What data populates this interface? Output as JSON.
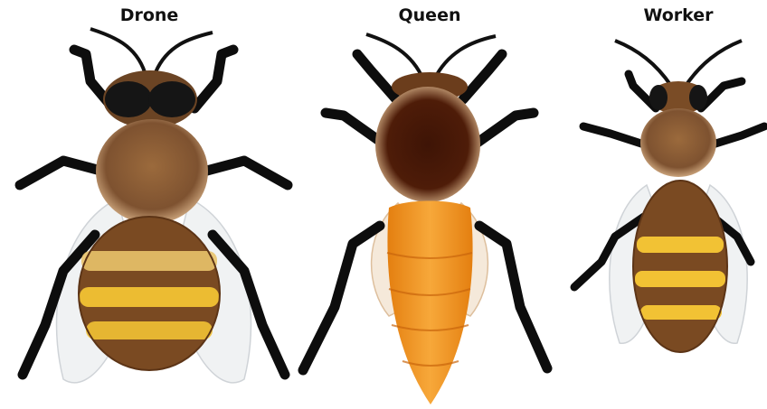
{
  "labels": {
    "drone": "Drone",
    "queen": "Queen",
    "worker": "Worker"
  },
  "colors": {
    "leg": "#0d0d0d",
    "thorax_fuzz": "#8a5a2e",
    "queen_thorax": "#4a1a08",
    "queen_abdomen": "#f39a1e",
    "stripe_yellow": "#f2c234",
    "stripe_brown": "#7a4a22",
    "wing": "#e9ecef"
  }
}
